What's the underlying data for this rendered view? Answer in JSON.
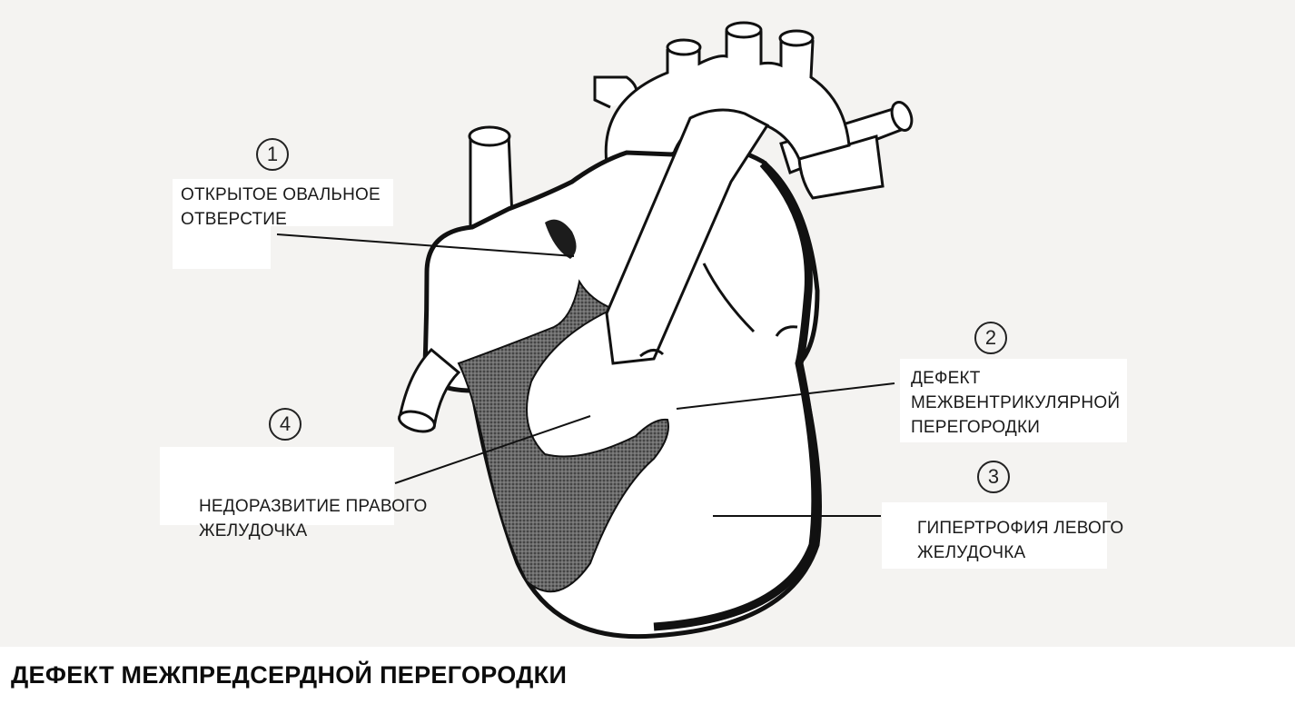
{
  "title": "ДЕФЕКТ МЕЖПРЕДСЕРДНОЙ ПЕРЕГОРОДКИ",
  "markers": [
    "1",
    "2",
    "3",
    "4"
  ],
  "labels": {
    "label1": "ОТКРЫТОЕ ОВАЛЬНОЕ\nОТВЕРСТИЕ",
    "label2": "ДЕФЕКТ\nМЕЖВЕНТРИКУЛЯРНОЙ\nПЕРЕГОРОДКИ",
    "label3": "ГИПЕРТРОФИЯ ЛЕВОГО\nЖЕЛУДОЧКА",
    "label4": "НЕДОРАЗВИТИЕ ПРАВОГО\nЖЕЛУДОЧКА"
  },
  "colors": {
    "background": "#f4f3f1",
    "outline": "#111111",
    "shading": "#555555"
  }
}
